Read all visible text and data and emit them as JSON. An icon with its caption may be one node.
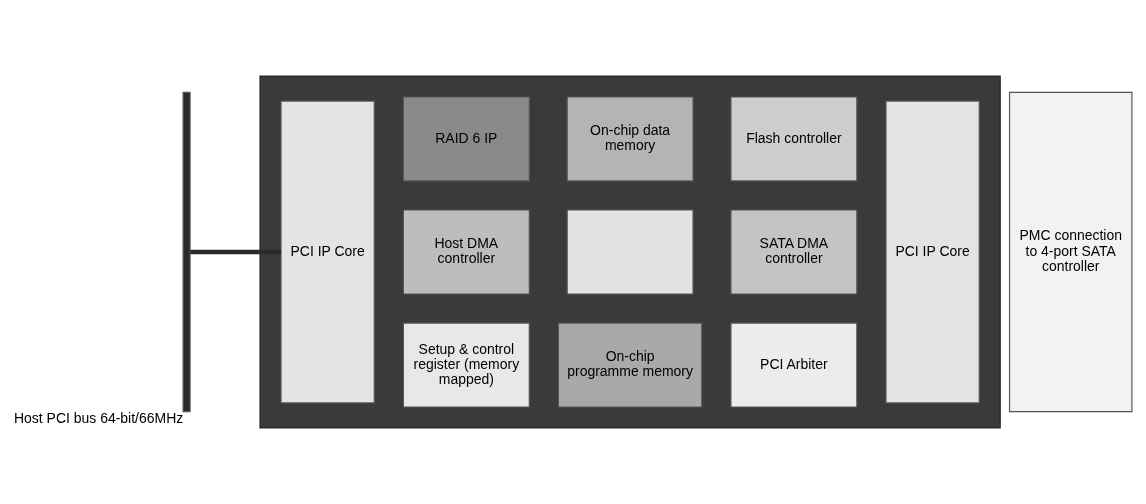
{
  "diagram": {
    "nodes": [
      {
        "text": [],
        "shape": "bar",
        "beside": [
          "Host PCI bus 64-bit/66MHz"
        ]
      },
      {
        "text": [],
        "shape": "box"
      },
      {
        "text": [
          "PCI IP Core"
        ],
        "in": 1
      },
      {
        "text": [
          "Setup & control register (memory mapped)"
        ],
        "in": 1
      },
      {
        "text": [
          "On-chip programme memory"
        ],
        "in": 1
      },
      {
        "text": [
          "PCI Arbiter"
        ],
        "in": 1
      },
      {
        "text": [
          "Host DMA controller"
        ],
        "in": 1
      },
      {
        "text": [],
        "shape": "box",
        "in": 1
      },
      {
        "text": [
          "SATA DMA controller"
        ],
        "in": 1
      },
      {
        "text": [
          "RAID 6 IP"
        ],
        "in": 1
      },
      {
        "text": [
          "On-chip data memory"
        ],
        "in": 1
      },
      {
        "text": [
          "Flash controller"
        ],
        "in": 1
      },
      {
        "text": [
          "PCI IP Core"
        ],
        "in": 1
      },
      {
        "text": [
          "PMC connection to 4-port SATA controller"
        ]
      }
    ],
    "edges": [
      {
        "from": 0,
        "to": 2,
        "arrow": "none"
      }
    ]
  }
}
